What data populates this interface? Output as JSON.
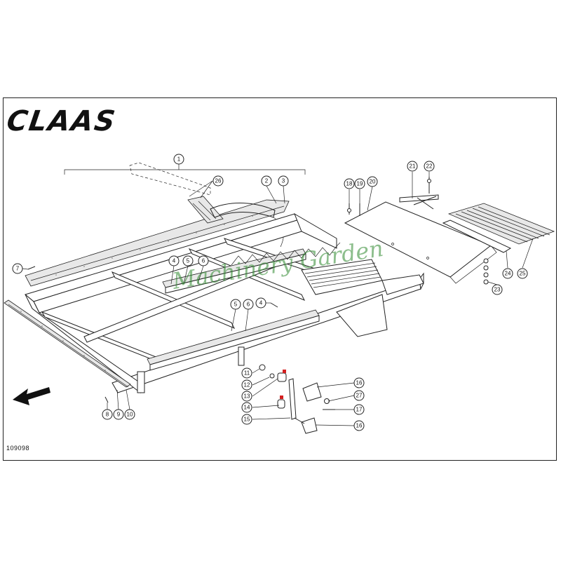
{
  "brand": {
    "logo_text": "CLAAS"
  },
  "drawing_number": "109098",
  "watermark": "Machinery Garden",
  "callouts": [
    {
      "id": "c1",
      "label": "1"
    },
    {
      "id": "c2",
      "label": "2"
    },
    {
      "id": "c3",
      "label": "3"
    },
    {
      "id": "c4a",
      "label": "4"
    },
    {
      "id": "c5a",
      "label": "5"
    },
    {
      "id": "c6a",
      "label": "6"
    },
    {
      "id": "c4b",
      "label": "4"
    },
    {
      "id": "c5b",
      "label": "5"
    },
    {
      "id": "c6b",
      "label": "6"
    },
    {
      "id": "c7",
      "label": "7"
    },
    {
      "id": "c8",
      "label": "8"
    },
    {
      "id": "c9",
      "label": "9"
    },
    {
      "id": "c10",
      "label": "10"
    },
    {
      "id": "c11",
      "label": "11"
    },
    {
      "id": "c12",
      "label": "12"
    },
    {
      "id": "c13",
      "label": "13"
    },
    {
      "id": "c14",
      "label": "14"
    },
    {
      "id": "c15",
      "label": "15"
    },
    {
      "id": "c16a",
      "label": "16"
    },
    {
      "id": "c16b",
      "label": "16"
    },
    {
      "id": "c17",
      "label": "17"
    },
    {
      "id": "c18",
      "label": "18"
    },
    {
      "id": "c19",
      "label": "19"
    },
    {
      "id": "c20",
      "label": "20"
    },
    {
      "id": "c21",
      "label": "21"
    },
    {
      "id": "c22",
      "label": "22"
    },
    {
      "id": "c23",
      "label": "23"
    },
    {
      "id": "c24",
      "label": "24"
    },
    {
      "id": "c25",
      "label": "25"
    },
    {
      "id": "c26",
      "label": "26"
    },
    {
      "id": "c27",
      "label": "27"
    }
  ],
  "colors": {
    "line": "#222222",
    "watermark": "#2f8a2f",
    "marker": "#d42020"
  }
}
